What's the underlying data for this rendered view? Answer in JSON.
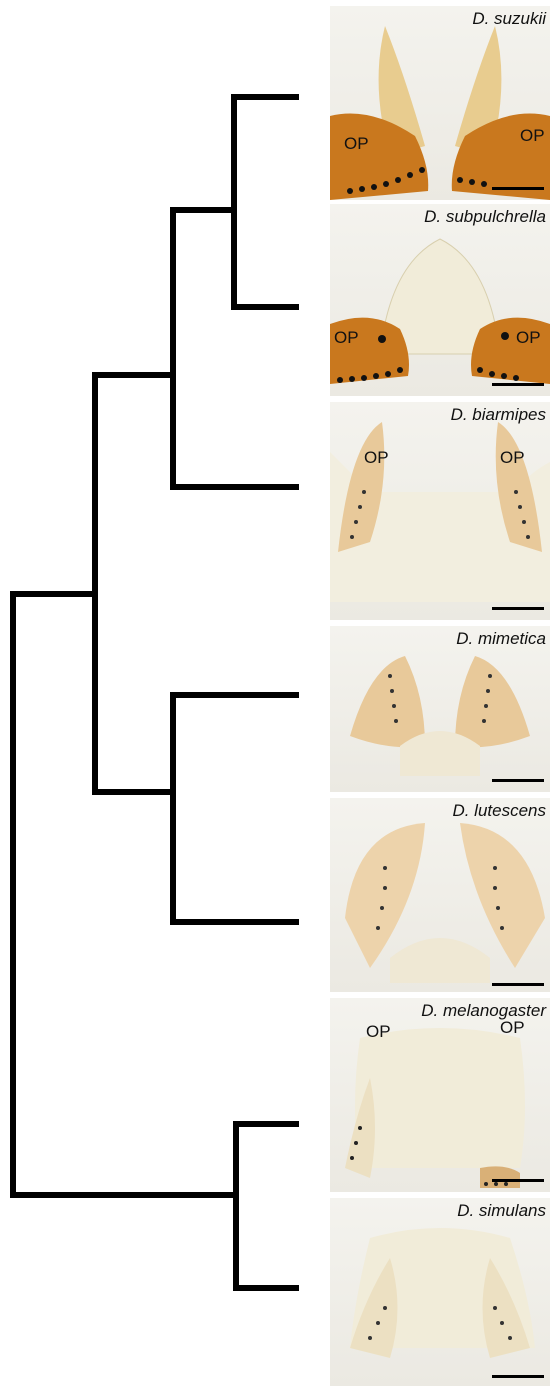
{
  "tree": {
    "taxa": [
      "D. suzukii",
      "D. subpulchrella",
      "D. biarmipes",
      "D. mimetica",
      "D. lutescens",
      "D. melanogaster",
      "D. simulans"
    ],
    "topology": "((((D. suzukii,D. subpulchrella),D. biarmipes),(D. mimetica,D. lutescens)),(D. melanogaster,D. simulans))"
  },
  "panels": [
    {
      "species": "D. suzukii",
      "op_labels": [
        "OP",
        "OP"
      ],
      "style": "dark"
    },
    {
      "species": "D. subpulchrella",
      "op_labels": [
        "OP",
        "OP"
      ],
      "style": "dark"
    },
    {
      "species": "D. biarmipes",
      "op_labels": [
        "OP",
        "OP"
      ],
      "style": "light"
    },
    {
      "species": "D. mimetica",
      "op_labels": [],
      "style": "light"
    },
    {
      "species": "D. lutescens",
      "op_labels": [],
      "style": "light"
    },
    {
      "species": "D. melanogaster",
      "op_labels": [
        "OP",
        "OP"
      ],
      "style": "pale"
    },
    {
      "species": "D. simulans",
      "op_labels": [],
      "style": "pale"
    }
  ],
  "colors": {
    "line": "#000000",
    "dark_plate": "#c9781e",
    "light_plate": "#e8c99a",
    "pale_plate": "#ece0c2"
  }
}
